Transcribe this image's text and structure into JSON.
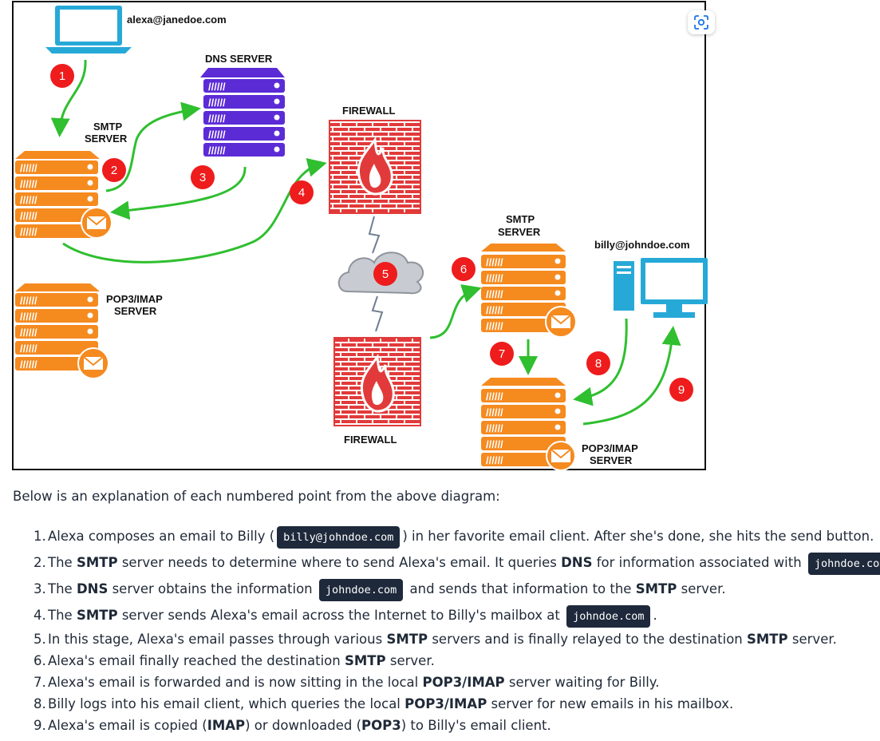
{
  "diagram": {
    "sender_email": "alexa@janedoe.com",
    "recipient_email": "billy@johndoe.com",
    "labels": {
      "dns_server": "DNS SERVER",
      "smtp_server_line1": "SMTP",
      "smtp_server_line2": "SERVER",
      "firewall": "FIREWALL",
      "pop3_line1": "POP3/IMAP",
      "pop3_line2": "SERVER"
    },
    "markers": [
      "1",
      "2",
      "3",
      "4",
      "5",
      "6",
      "7",
      "8",
      "9"
    ],
    "colors": {
      "server_orange": "#f58a1f",
      "dns_purple": "#5b2bd6",
      "firewall_red": "#e23a3a",
      "arrow_green": "#2fbf2f",
      "marker_red": "#ee1c1c",
      "laptop_teal": "#27a9d8",
      "cloud_gray": "#c8cbd1"
    },
    "icons": [
      "laptop-icon",
      "server-icon",
      "firewall-icon",
      "cloud-icon",
      "desktop-computer-icon",
      "envelope-icon",
      "scan-icon"
    ]
  },
  "intro": "Below is an explanation of each numbered point from the above diagram:",
  "steps": [
    {
      "num": "1.",
      "parts": [
        {
          "t": "Alexa composes an email to Billy ("
        },
        {
          "c": "billy@johndoe.com"
        },
        {
          "t": ") in her favorite email client. After she's done, she hits the send button."
        }
      ]
    },
    {
      "num": "2.",
      "parts": [
        {
          "t": "The "
        },
        {
          "b": "SMTP"
        },
        {
          "t": " server needs to determine where to send Alexa's email. It queries "
        },
        {
          "b": "DNS"
        },
        {
          "t": " for information associated with "
        },
        {
          "c": "johndoe.com"
        },
        {
          "t": "."
        }
      ]
    },
    {
      "num": "3.",
      "parts": [
        {
          "t": "The "
        },
        {
          "b": "DNS"
        },
        {
          "t": " server obtains the information "
        },
        {
          "c": "johndoe.com"
        },
        {
          "t": " and sends that information to the "
        },
        {
          "b": "SMTP"
        },
        {
          "t": " server."
        }
      ]
    },
    {
      "num": "4.",
      "parts": [
        {
          "t": "The "
        },
        {
          "b": "SMTP"
        },
        {
          "t": " server sends Alexa's email across the Internet to Billy's mailbox at "
        },
        {
          "c": "johndoe.com"
        },
        {
          "t": "."
        }
      ]
    },
    {
      "num": "5.",
      "parts": [
        {
          "t": "In this stage, Alexa's email passes through various "
        },
        {
          "b": "SMTP"
        },
        {
          "t": " servers and is finally relayed to the destination "
        },
        {
          "b": "SMTP"
        },
        {
          "t": " server."
        }
      ]
    },
    {
      "num": "6.",
      "parts": [
        {
          "t": "Alexa's email finally reached the destination "
        },
        {
          "b": "SMTP"
        },
        {
          "t": " server."
        }
      ]
    },
    {
      "num": "7.",
      "parts": [
        {
          "t": "Alexa's email is forwarded and is now sitting in the local "
        },
        {
          "b": "POP3/IMAP"
        },
        {
          "t": " server waiting for Billy."
        }
      ]
    },
    {
      "num": "8.",
      "parts": [
        {
          "t": "Billy logs into his email client, which queries the local "
        },
        {
          "b": "POP3/IMAP"
        },
        {
          "t": " server for new emails in his mailbox."
        }
      ]
    },
    {
      "num": "9.",
      "parts": [
        {
          "t": "Alexa's email is copied ("
        },
        {
          "b": "IMAP"
        },
        {
          "t": ") or downloaded ("
        },
        {
          "b": "POP3"
        },
        {
          "t": ") to Billy's email client."
        }
      ]
    }
  ]
}
